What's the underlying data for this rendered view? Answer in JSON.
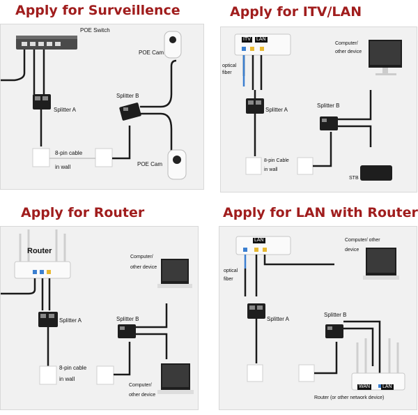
{
  "panels": {
    "surveillance": {
      "title": "Apply for Surveillence",
      "switch": "POE Switch",
      "cam_top": "POE Cam",
      "cam_bottom": "POE Cam",
      "splitter_a": "Splitter A",
      "splitter_b": "Splitter B",
      "cable_line1": "8-pin cable",
      "cable_line2": "in wall"
    },
    "itv_lan": {
      "title": "Apply for ITV/LAN",
      "port_itv": "ITV",
      "port_lan": "LAN",
      "optical_line1": "optical",
      "optical_line2": "fiber",
      "computer_line1": "Computer/",
      "computer_line2": "other device",
      "splitter_a": "Splitter A",
      "splitter_b": "Splitter B",
      "cable_line1": "8-pin Cable",
      "cable_line2": "in wall",
      "stb": "STB"
    },
    "router": {
      "title": "Apply for Router",
      "router_label": "Router",
      "computer_top_line1": "Computer/",
      "computer_top_line2": "other device",
      "splitter_a": "Splitter A",
      "splitter_b": "Splitter B",
      "cable_line1": "8-pin cable",
      "cable_line2": "in wall",
      "computer_bottom_line1": "Computer/",
      "computer_bottom_line2": "other device"
    },
    "lan_router": {
      "title": "Apply for LAN with Router",
      "port_lan": "LAN",
      "optical_line1": "optical",
      "optical_line2": "fiber",
      "computer_line1": "Computer/ other",
      "computer_line2": "device",
      "splitter_a": "Splitter A",
      "splitter_b": "Splitter B",
      "port_wan": "WAN",
      "port_lan2": "LAN",
      "router_caption": "Router (or other network device)"
    }
  },
  "colors": {
    "heading": "#a01d1d",
    "panel_bg": "#f1f1f1",
    "cable": "#1a1a1a",
    "port_blue": "#3b7fd0",
    "port_yellow": "#e8b830"
  }
}
